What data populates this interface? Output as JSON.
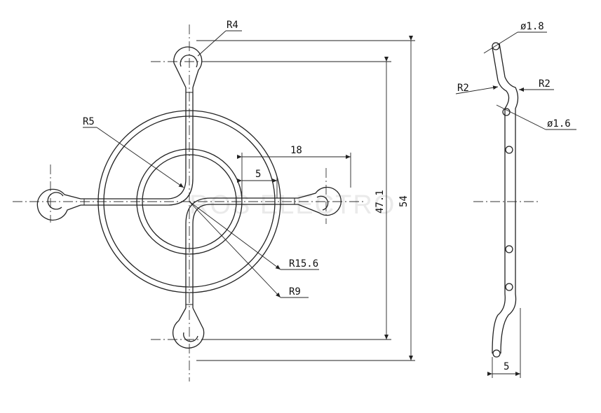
{
  "front_view": {
    "callouts": {
      "r4": "R4",
      "r5": "R5",
      "r15_6": "R15.6",
      "r9": "R9"
    },
    "dimensions": {
      "d18": "18",
      "d5": "5",
      "d47_1": "47.1",
      "d54": "54"
    }
  },
  "side_view": {
    "callouts": {
      "dia1_8": "ø1.8",
      "r2_left": "R2",
      "r2_right": "R2",
      "dia1_6": "ø1.6"
    },
    "dimensions": {
      "d5": "5"
    }
  },
  "watermark": "ROS ELECTRO"
}
